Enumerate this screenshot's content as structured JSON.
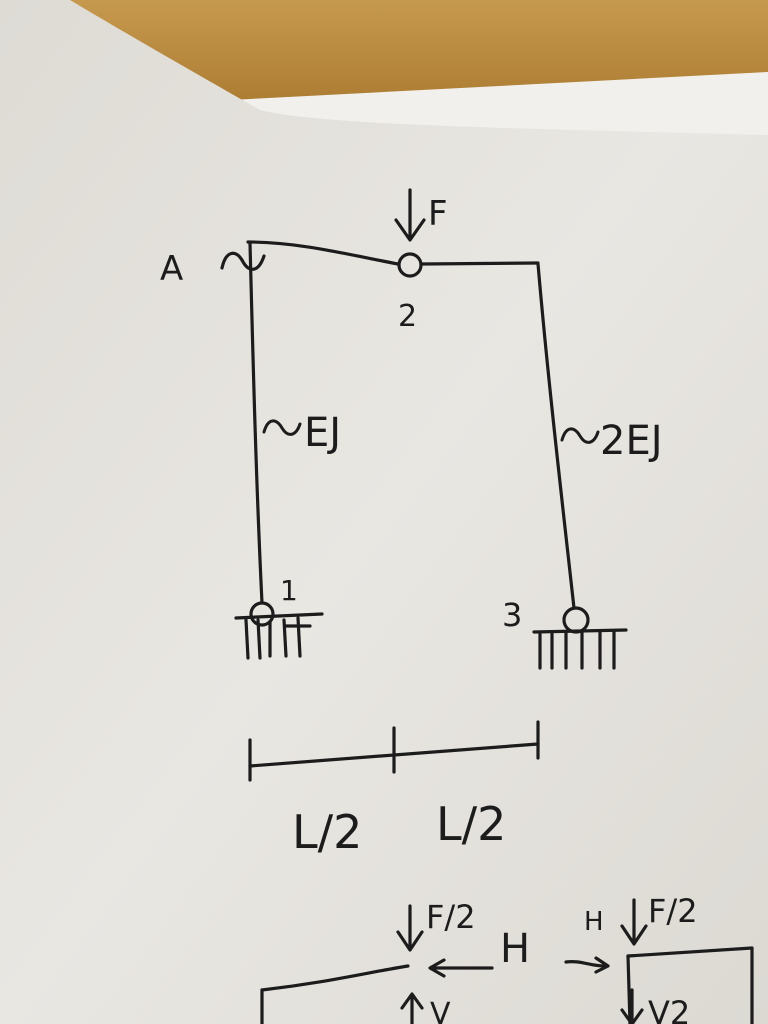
{
  "diagram": {
    "labels": {
      "load": "F",
      "top_left": "A",
      "node_top": "2",
      "node_left_support": "1",
      "node_right_support": "3",
      "left_column_stiffness": "EJ",
      "right_column_stiffness": "2EJ",
      "span_left": "L/2",
      "span_right": "L/2"
    },
    "free_body_sketch": {
      "left_force": "F/2",
      "left_horizontal": "H",
      "right_horizontal": "H",
      "right_force": "F/2",
      "left_vertical": "V",
      "right_vertical": "V2"
    }
  },
  "colors": {
    "ink": "#1c1c1c",
    "paper": "#e8e6e1",
    "paper_shadow": "#cfcbc4",
    "wood": "#b8863a"
  }
}
